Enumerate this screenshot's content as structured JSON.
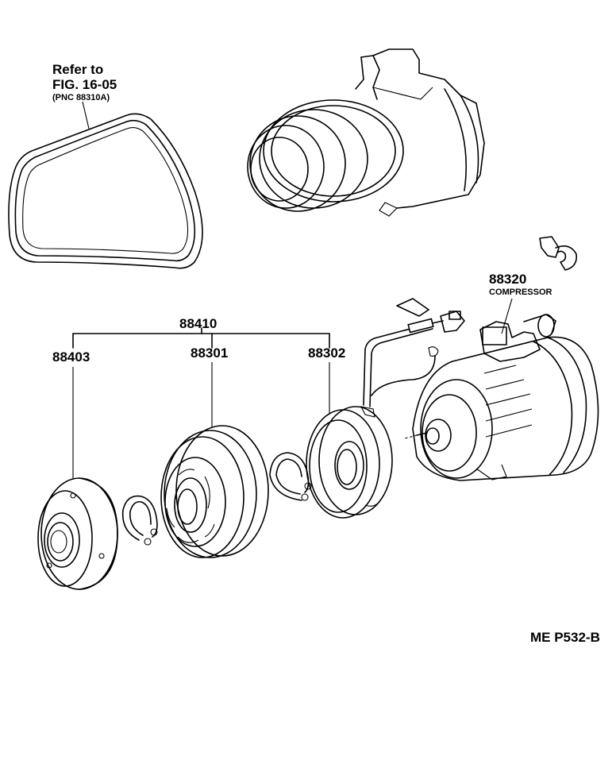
{
  "belt_ref": {
    "line1": "Refer to",
    "line2": "FIG. 16-05",
    "line3": "(PNC 88310A)"
  },
  "compressor": {
    "part_no": "88320",
    "name": "COMPRESSOR"
  },
  "clutch": {
    "assembly_no": "88410",
    "parts": {
      "hub": "88403",
      "pulley": "88301",
      "stator": "88302"
    }
  },
  "footer": {
    "code": "ME  P532-B"
  }
}
